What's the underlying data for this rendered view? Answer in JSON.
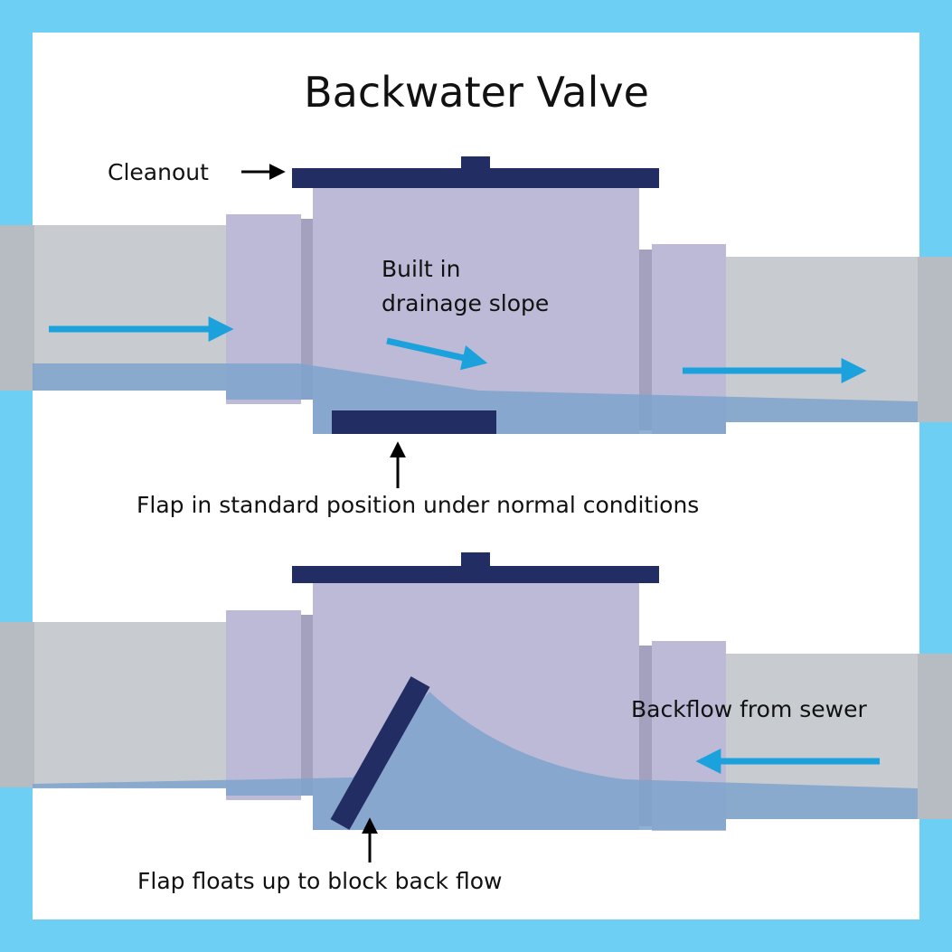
{
  "title": "Backwater Valve",
  "labels": {
    "cleanout": "Cleanout",
    "slope_line1": "Built in",
    "slope_line2": "drainage slope",
    "normal_flap": "Flap in standard position under normal conditions",
    "backflow": "Backflow from sewer",
    "float_flap": "Flap floats up to block back flow"
  },
  "colors": {
    "frame": "#6ecff5",
    "background": "#ffffff",
    "pipe": "#c8ccd1",
    "pipe_end": "#b7bcc2",
    "valve_body": "#bcbad6",
    "valve_joint": "#a3a1bd",
    "water": "#7ea3cc",
    "cap_and_flap": "#222d63",
    "flow_arrow": "#1ba1db",
    "pointer_arrow": "#000000"
  },
  "icons": {
    "flow": "right-arrow-icon",
    "backflow": "left-arrow-icon",
    "pointer": "up-arrow-icon"
  }
}
